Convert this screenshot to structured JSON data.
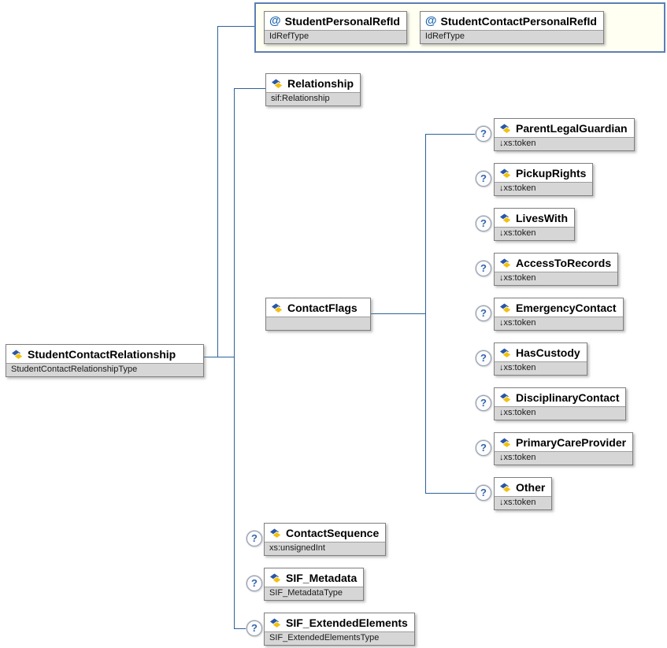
{
  "diagram": {
    "description": "XML schema content-model diagram for StudentContactRelationship",
    "symbols": {
      "optional": "?",
      "attribute": "@"
    },
    "colors": {
      "connector": "#2e6296",
      "node_border": "#7f7f7f",
      "subtitle_bg": "#d6d6d6",
      "frame_border": "#5b7fb4",
      "frame_bg": "#fffff2",
      "attribute_at": "#1f66b0",
      "optional_question": "#3565b0",
      "element_icon_blue": "#2b56a5",
      "element_icon_yellow": "#f2c10e"
    },
    "root": {
      "name": "StudentContactRelationship",
      "type": "StudentContactRelationshipType"
    },
    "attributes": [
      {
        "name": "StudentPersonalRefId",
        "type": "IdRefType"
      },
      {
        "name": "StudentContactPersonalRefId",
        "type": "IdRefType"
      }
    ],
    "elements": [
      {
        "name": "Relationship",
        "type": "sif:Relationship",
        "optional": false
      },
      {
        "name": "ContactFlags",
        "type": "",
        "optional": false
      },
      {
        "name": "ContactSequence",
        "type": "xs:unsignedInt",
        "optional": true
      },
      {
        "name": "SIF_Metadata",
        "type": "SIF_MetadataType",
        "optional": true
      },
      {
        "name": "SIF_ExtendedElements",
        "type": "SIF_ExtendedElementsType",
        "optional": true
      }
    ],
    "children": [
      {
        "name": "ParentLegalGuardian",
        "type": "↓xs:token",
        "optional": true
      },
      {
        "name": "PickupRights",
        "type": "↓xs:token",
        "optional": true
      },
      {
        "name": "LivesWith",
        "type": "↓xs:token",
        "optional": true
      },
      {
        "name": "AccessToRecords",
        "type": "↓xs:token",
        "optional": true
      },
      {
        "name": "EmergencyContact",
        "type": "↓xs:token",
        "optional": true
      },
      {
        "name": "HasCustody",
        "type": "↓xs:token",
        "optional": true
      },
      {
        "name": "DisciplinaryContact",
        "type": "↓xs:token",
        "optional": true
      },
      {
        "name": "PrimaryCareProvider",
        "type": "↓xs:token",
        "optional": true
      },
      {
        "name": "Other",
        "type": "↓xs:token",
        "optional": true
      }
    ]
  }
}
